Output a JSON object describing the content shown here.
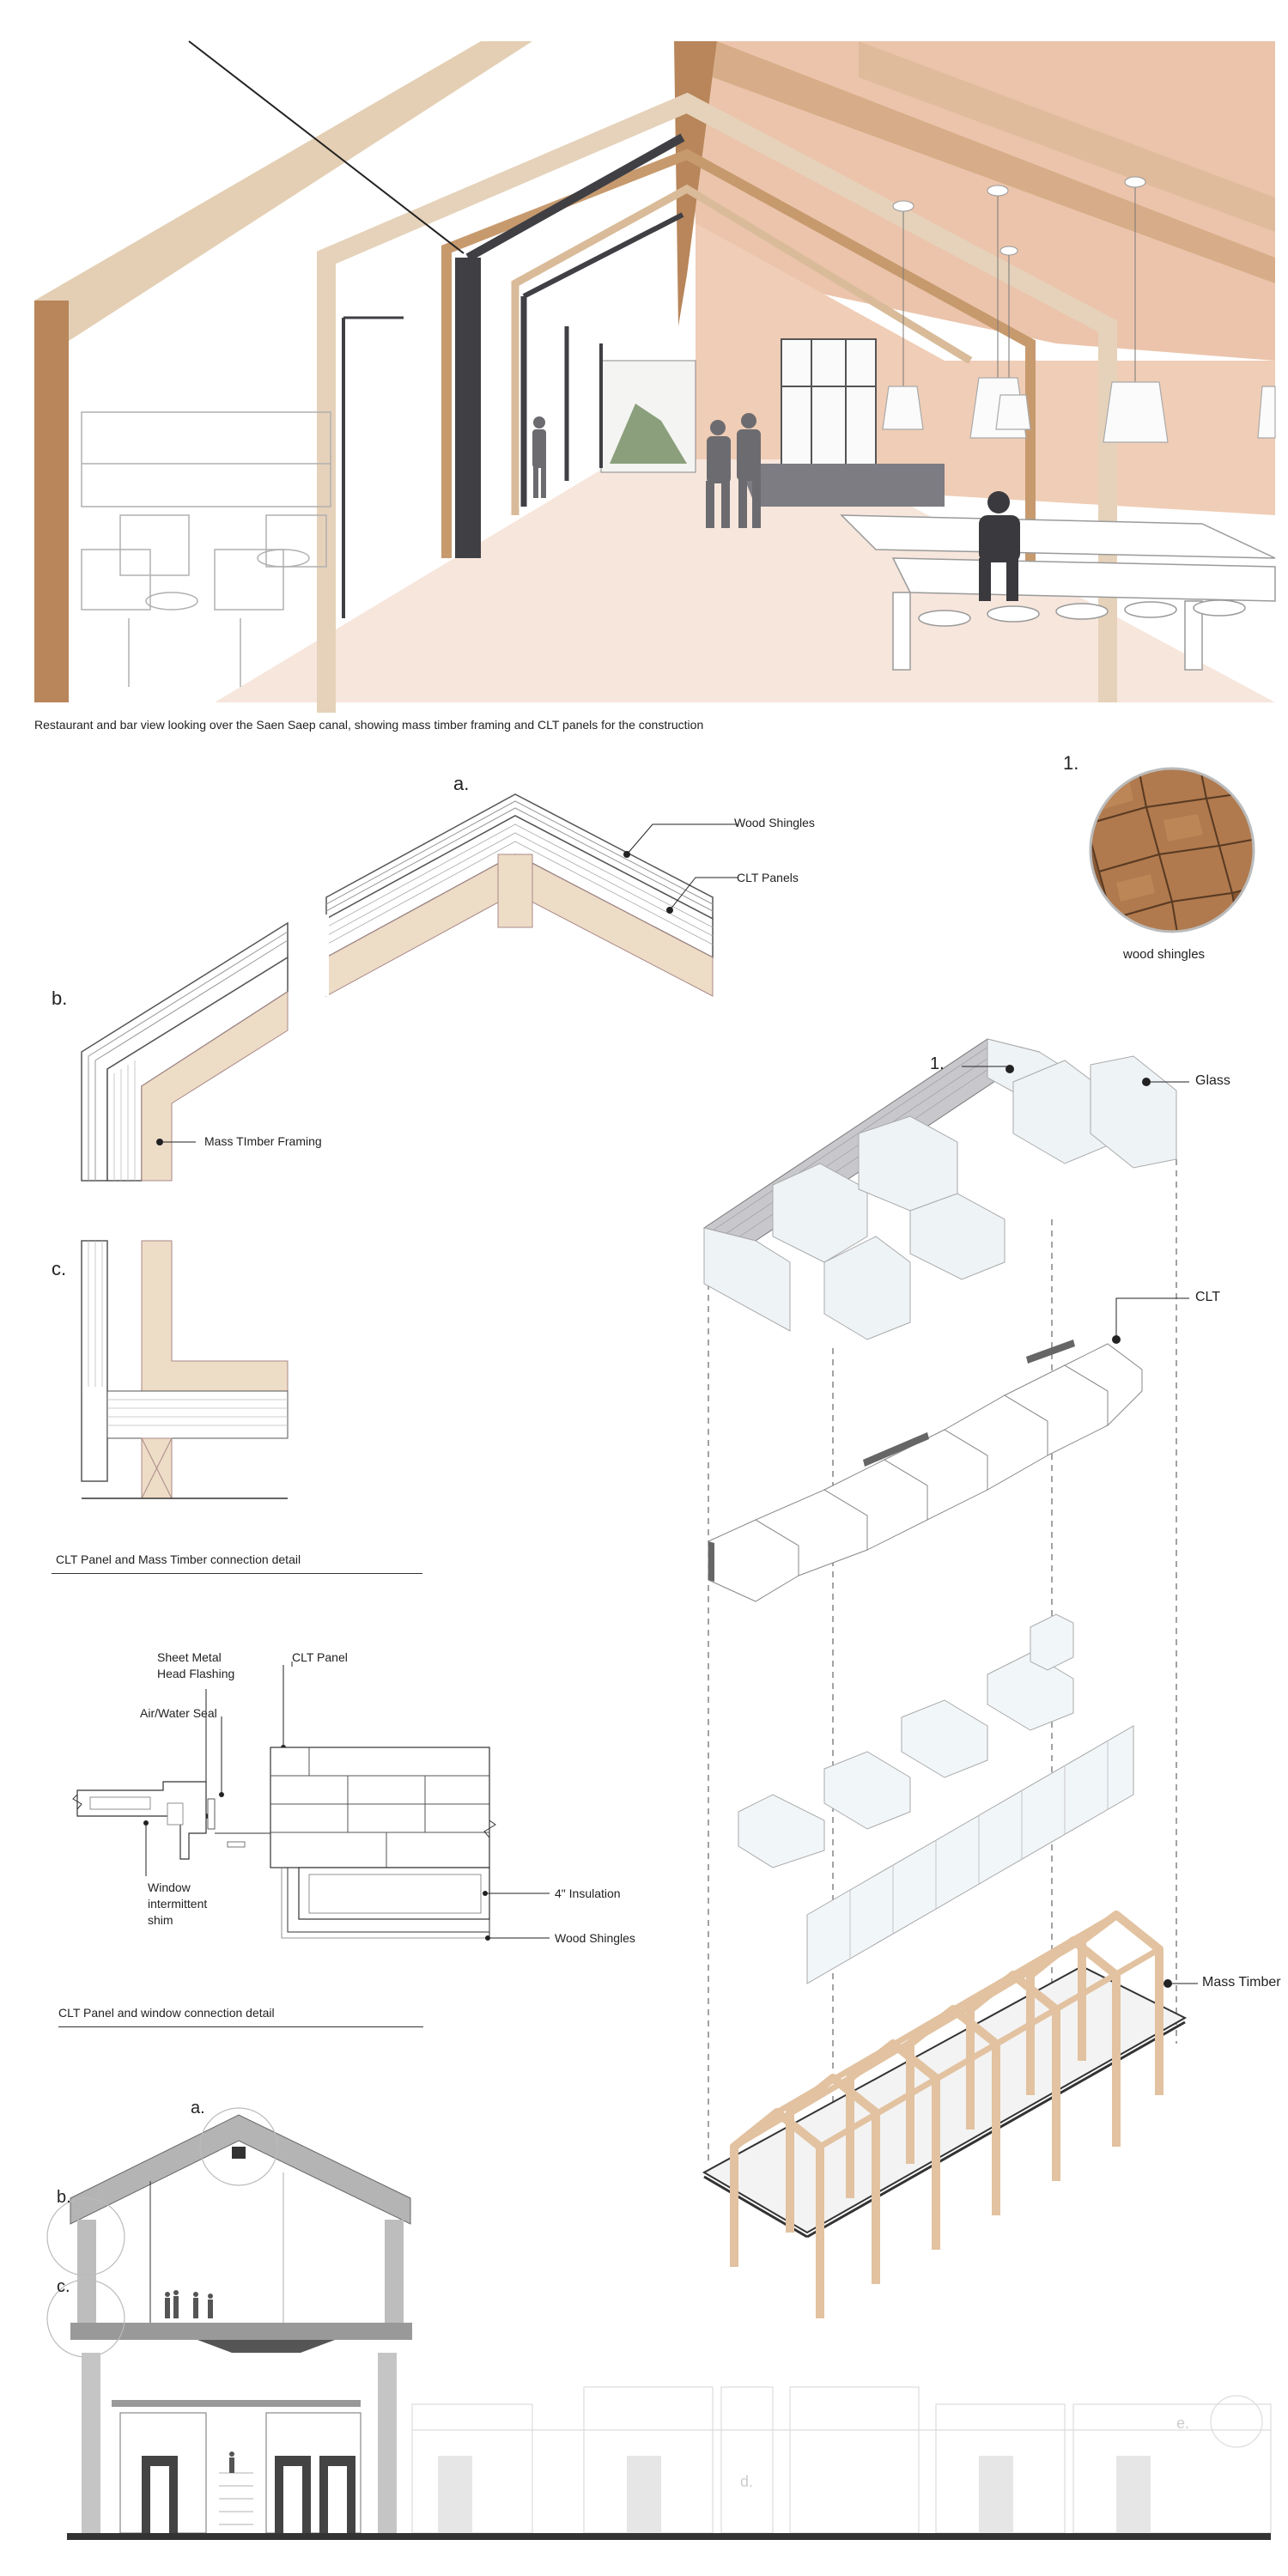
{
  "hero": {
    "caption": "Restaurant and bar view looking over the Saen Saep canal, showing mass timber framing and CLT panels for the construction"
  },
  "roof_detail": {
    "letter_a": "a.",
    "letter_b": "b.",
    "letter_c": "c.",
    "wood_shingles": "Wood Shingles",
    "clt_panels": "CLT Panels",
    "mass_timber_framing": "Mass TImber Framing",
    "caption": "CLT Panel and Mass Timber connection detail"
  },
  "swatch": {
    "number": "1.",
    "label": "wood shingles"
  },
  "window_detail": {
    "sheet_metal_line1": "Sheet Metal",
    "sheet_metal_line2": "Head Flashing",
    "clt_panel": "CLT Panel",
    "air_water_seal": "Air/Water Seal",
    "window_line1": "Window",
    "window_line2": "intermittent",
    "window_line3": "shim",
    "insulation": "4\" Insulation",
    "wood_shingles": "Wood Shingles",
    "caption": "CLT Panel and window connection detail"
  },
  "axonometric": {
    "callout_1": "1.",
    "glass": "Glass",
    "clt": "CLT",
    "mass_timber": "Mass Timber"
  },
  "section": {
    "letter_a": "a.",
    "letter_b": "b.",
    "letter_c": "c.",
    "letter_d": "d.",
    "letter_e": "e."
  },
  "colors": {
    "timber": "#b8865a",
    "timber_light": "#e8d5bd",
    "pink_wall": "#ebc4ab",
    "floor": "#f7e6dc",
    "steel": "#3f3f44",
    "clt_fill": "#eddcc6"
  }
}
